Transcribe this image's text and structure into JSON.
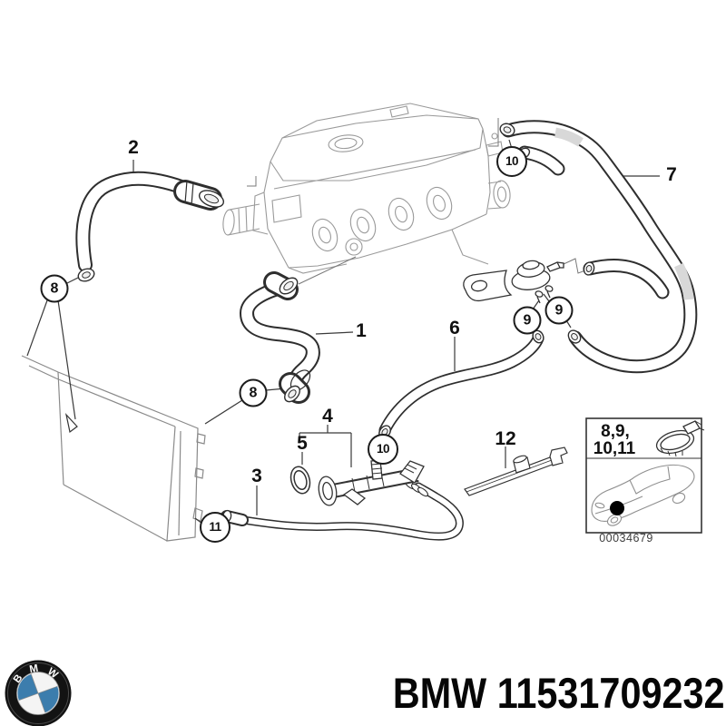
{
  "diagram": {
    "callouts": {
      "plain": [
        {
          "label": "1"
        },
        {
          "label": "2"
        },
        {
          "label": "3"
        },
        {
          "label": "4"
        },
        {
          "label": "5"
        },
        {
          "label": "6"
        },
        {
          "label": "7"
        },
        {
          "label": "12"
        }
      ],
      "circled": [
        {
          "label": "8"
        },
        {
          "label": "8"
        },
        {
          "label": "9"
        },
        {
          "label": "9"
        },
        {
          "label": "10"
        },
        {
          "label": "10"
        },
        {
          "label": "11"
        }
      ]
    },
    "inset": {
      "group_labels_line1": "8,9,",
      "group_labels_line2": "10,11",
      "image_code": "00034679"
    },
    "icons": {
      "clamp": "hose-clamp-icon",
      "car": "car-silhouette-icon"
    }
  },
  "footer": {
    "brand_part_label": "BMW 11531709232",
    "logo_letters": [
      "B",
      "M",
      "W"
    ],
    "logo_blue": "#3c7dad"
  }
}
